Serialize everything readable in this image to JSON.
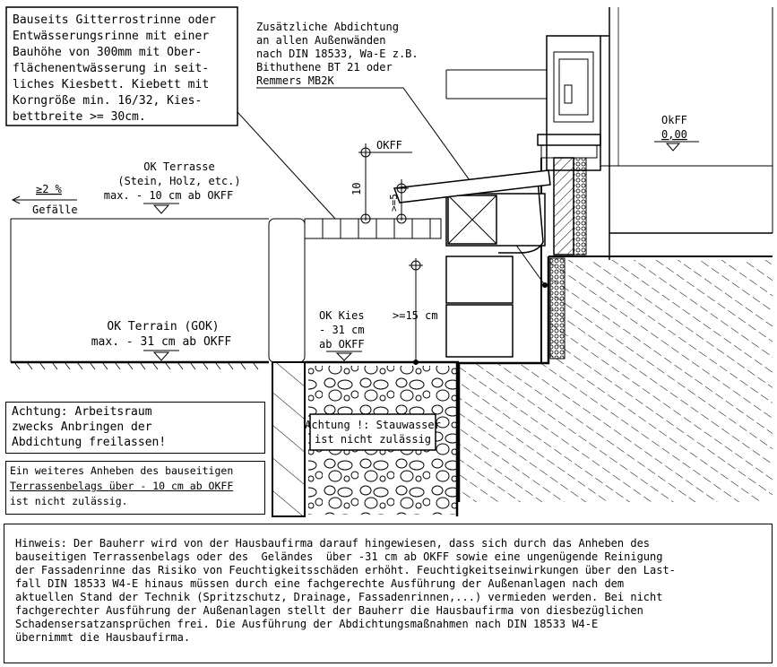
{
  "note_drainage": [
    "Bauseits Gitterrostrinne oder",
    "Entwässerungsrinne mit einer",
    "Bauhöhe von 300mm mit Ober-",
    "flächenentwässerung in seit-",
    "liches Kiesbett. Kiebett mit",
    "Korngröße min. 16/32, Kies-",
    "bettbreite >= 30cm."
  ],
  "note_sealing": [
    "Zusätzliche Abdichtung",
    "an allen Außenwänden",
    "nach DIN 18533, Wa-E z.B.",
    "Bithuthene BT 21 oder",
    "Remmers MB2K"
  ],
  "okff_label": "OKFF",
  "okff_right": {
    "label": "OkFF",
    "value": "0,00"
  },
  "dim_10": "10",
  "dim_5": ">=5",
  "dim_15": ">=15 cm",
  "slope": {
    "value": "≥2 %",
    "label": "Gefälle"
  },
  "terrace": [
    "OK Terrasse",
    "(Stein, Holz, etc.)",
    "max. - 10 cm ab OKFF"
  ],
  "terrain": [
    "OK Terrain (GOK)",
    "max. - 31 cm ab OKFF"
  ],
  "gravel": [
    "OK Kies",
    "- 31 cm",
    "ab OKFF"
  ],
  "note_workspace": [
    "Achtung: Arbeitsraum",
    "zwecks Anbringen der",
    "Abdichtung freilassen!"
  ],
  "note_water": [
    "Achtung !: Stauwasser",
    "ist nicht zulässig"
  ],
  "note_raise": [
    "Ein weiteres Anheben des bauseitigen",
    "Terrassenbelags über - 10 cm ab OKFF",
    "ist nicht zulässig."
  ],
  "hint": [
    "Hinweis: Der Bauherr wird von der Hausbaufirma darauf hingewiesen, dass sich durch das Anheben des",
    "bauseitigen Terrassenbelags oder des  Geländes  über -31 cm ab OKFF sowie eine ungenügende Reinigung",
    "der Fassadenrinne das Risiko von Feuchtigkeitsschäden erhöht. Feuchtigkeitseinwirkungen über den Last-",
    "fall DIN 18533 W4-E hinaus müssen durch eine fachgerechte Ausführung der Außenanlagen nach dem",
    "aktuellen Stand der Technik (Spritzschutz, Drainage, Fassadenrinnen,...) vermieden werden. Bei nicht",
    "fachgerechter Ausführung der Außenanlagen stellt der Bauherr die Hausbaufirma von diesbezüglichen",
    "Schadensersatzansprüchen frei. Die Ausführung der Abdichtungsmaßnahmen nach DIN 18533 W4-E",
    "übernimmt die Hausbaufirma."
  ]
}
